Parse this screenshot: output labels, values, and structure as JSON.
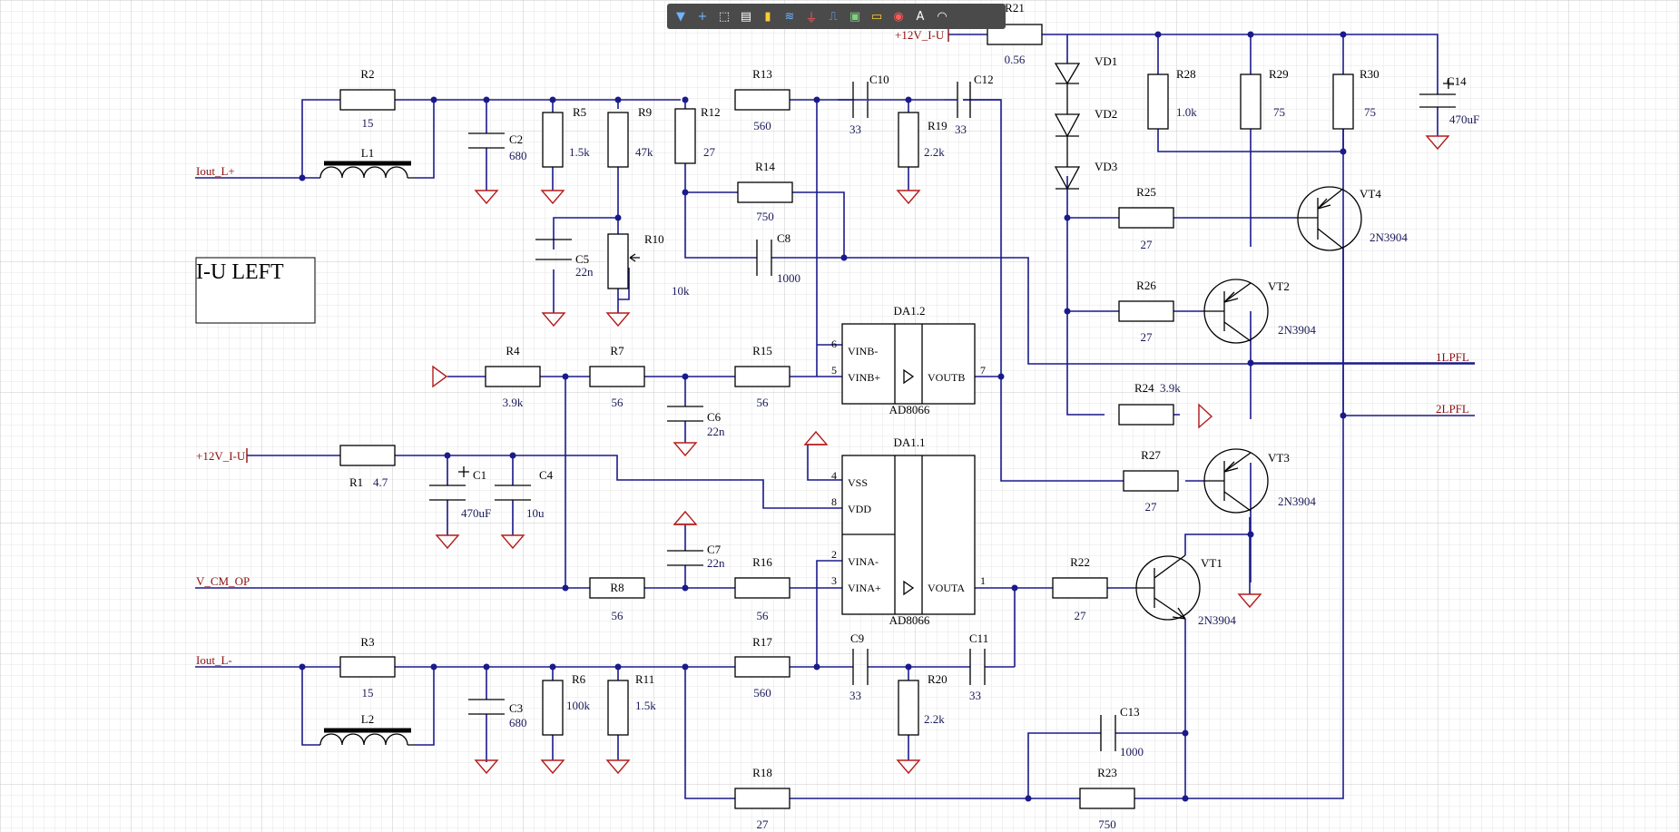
{
  "toolbar": {
    "tools": [
      {
        "name": "filter-icon",
        "glyph": "▼"
      },
      {
        "name": "add-icon",
        "glyph": "+"
      },
      {
        "name": "select-rect-icon",
        "glyph": "⬚"
      },
      {
        "name": "align-icon",
        "glyph": "▤"
      },
      {
        "name": "component-icon",
        "glyph": "▮"
      },
      {
        "name": "bus-icon",
        "glyph": "≋"
      },
      {
        "name": "ground-icon",
        "glyph": "⏚"
      },
      {
        "name": "net-label-icon",
        "glyph": "⎍"
      },
      {
        "name": "chip-icon",
        "glyph": "▣"
      },
      {
        "name": "device-icon",
        "glyph": "▭"
      },
      {
        "name": "port-icon",
        "glyph": "◉"
      },
      {
        "name": "text-icon",
        "glyph": "A"
      },
      {
        "name": "arc-icon",
        "glyph": "◠"
      }
    ],
    "colors": {
      "bg": "#4a4a4a",
      "active": "#ffcc33"
    }
  },
  "colors": {
    "wire": "#1a1a8c",
    "ground": "#b51c1c",
    "grid": "#d6d6d6",
    "net_label": "#8c1010"
  },
  "title_box": {
    "text": "I-U LEFT"
  },
  "nets": {
    "iout_lp": "Iout_L+",
    "iout_lm": "Iout_L-",
    "v12_left": "+12V_I-U",
    "v12_top": "+12V_I-U",
    "vcm": "V_CM_OP",
    "lpfl1": "1LPFL",
    "lpfl2": "2LPFL"
  },
  "resistors": {
    "R1": {
      "ref": "R1",
      "val": "4.7"
    },
    "R2": {
      "ref": "R2",
      "val": "15"
    },
    "R3": {
      "ref": "R3",
      "val": "15"
    },
    "R4": {
      "ref": "R4",
      "val": "3.9k"
    },
    "R5": {
      "ref": "R5",
      "val": "1.5k"
    },
    "R6": {
      "ref": "R6",
      "val": "100k"
    },
    "R7": {
      "ref": "R7",
      "val": "56"
    },
    "R8": {
      "ref": "R8",
      "val": "56"
    },
    "R9": {
      "ref": "R9",
      "val": "47k"
    },
    "R10": {
      "ref": "R10",
      "val": "10k"
    },
    "R11": {
      "ref": "R11",
      "val": "1.5k"
    },
    "R12": {
      "ref": "R12",
      "val": "27"
    },
    "R13": {
      "ref": "R13",
      "val": "560"
    },
    "R14": {
      "ref": "R14",
      "val": "750"
    },
    "R15": {
      "ref": "R15",
      "val": "56"
    },
    "R16": {
      "ref": "R16",
      "val": "56"
    },
    "R17": {
      "ref": "R17",
      "val": "560"
    },
    "R18": {
      "ref": "R18",
      "val": "27"
    },
    "R19": {
      "ref": "R19",
      "val": "2.2k"
    },
    "R20": {
      "ref": "R20",
      "val": "2.2k"
    },
    "R21": {
      "ref": "R21",
      "val": "0.56"
    },
    "R22": {
      "ref": "R22",
      "val": "27"
    },
    "R23": {
      "ref": "R23",
      "val": "750"
    },
    "R24": {
      "ref": "R24",
      "val": "3.9k"
    },
    "R25": {
      "ref": "R25",
      "val": "27"
    },
    "R26": {
      "ref": "R26",
      "val": "27"
    },
    "R27": {
      "ref": "R27",
      "val": "27"
    },
    "R28": {
      "ref": "R28",
      "val": "1.0k"
    },
    "R29": {
      "ref": "R29",
      "val": "75"
    },
    "R30": {
      "ref": "R30",
      "val": "75"
    }
  },
  "capacitors": {
    "C1": {
      "ref": "C1",
      "val": "470uF"
    },
    "C2": {
      "ref": "C2",
      "val": "680"
    },
    "C3": {
      "ref": "C3",
      "val": "680"
    },
    "C4": {
      "ref": "C4",
      "val": "10u"
    },
    "C5": {
      "ref": "C5",
      "val": "22n"
    },
    "C6": {
      "ref": "C6",
      "val": "22n"
    },
    "C7": {
      "ref": "C7",
      "val": "22n"
    },
    "C8": {
      "ref": "C8",
      "val": "1000"
    },
    "C9": {
      "ref": "C9",
      "val": "33"
    },
    "C10": {
      "ref": "C10",
      "val": "33"
    },
    "C11": {
      "ref": "C11",
      "val": "33"
    },
    "C12": {
      "ref": "C12",
      "val": "33"
    },
    "C13": {
      "ref": "C13",
      "val": "1000"
    },
    "C14": {
      "ref": "C14",
      "val": "470uF"
    }
  },
  "inductors": {
    "L1": {
      "ref": "L1"
    },
    "L2": {
      "ref": "L2"
    }
  },
  "diodes": {
    "VD1": {
      "ref": "VD1"
    },
    "VD2": {
      "ref": "VD2"
    },
    "VD3": {
      "ref": "VD3"
    }
  },
  "transistors": {
    "VT1": {
      "ref": "VT1",
      "val": "2N3904"
    },
    "VT2": {
      "ref": "VT2",
      "val": "2N3904"
    },
    "VT3": {
      "ref": "VT3",
      "val": "2N3904"
    },
    "VT4": {
      "ref": "VT4",
      "val": "2N3904"
    }
  },
  "opamps": {
    "DA12": {
      "ref": "DA1.2",
      "part": "AD8066",
      "pin_neg": "VINB-",
      "pin_pos": "VINB+",
      "pin_out": "VOUTB",
      "n_neg": "6",
      "n_pos": "5",
      "n_out": "7"
    },
    "DA11": {
      "ref": "DA1.1",
      "part": "AD8066",
      "pin_vss": "VSS",
      "pin_vdd": "VDD",
      "pin_neg": "VINA-",
      "pin_pos": "VINA+",
      "pin_out": "VOUTA",
      "n_vss": "4",
      "n_vdd": "8",
      "n_neg": "2",
      "n_pos": "3",
      "n_out": "1"
    }
  }
}
